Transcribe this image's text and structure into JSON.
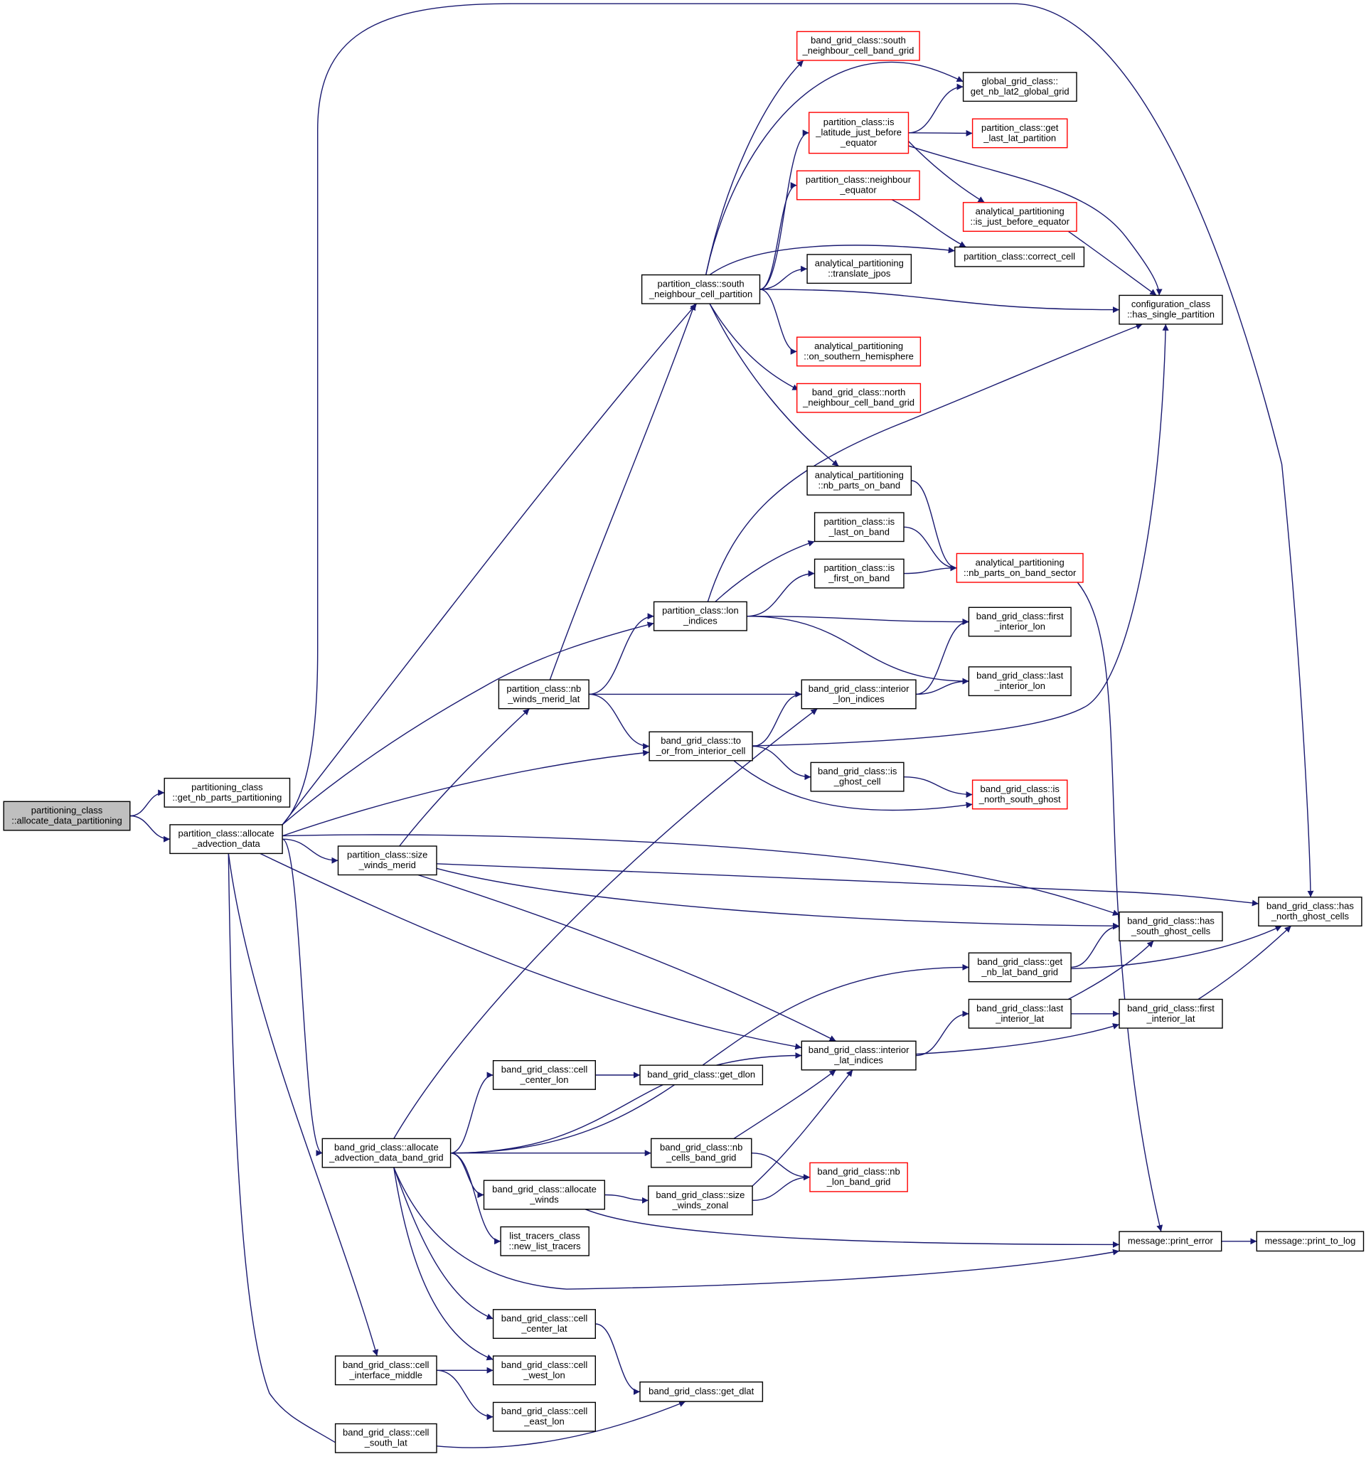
{
  "colors": {
    "edge": "#191970",
    "node_border": "#000000",
    "node_border_external": "#ff0000",
    "root_fill": "#bfbfbf",
    "background": "#ffffff"
  },
  "nodes": [
    {
      "id": "root",
      "lines": [
        "partitioning_class",
        "::allocate_data_partitioning"
      ],
      "style": "root"
    },
    {
      "id": "get_nb_parts_partitioning",
      "lines": [
        "partitioning_class",
        "::get_nb_parts_partitioning"
      ],
      "style": "normal"
    },
    {
      "id": "allocate_advection_data",
      "lines": [
        "partition_class::allocate",
        "_advection_data"
      ],
      "style": "normal"
    },
    {
      "id": "size_winds_merid",
      "lines": [
        "partition_class::size",
        "_winds_merid"
      ],
      "style": "normal"
    },
    {
      "id": "nb_winds_merid_lat",
      "lines": [
        "partition_class::nb",
        "_winds_merid_lat"
      ],
      "style": "normal"
    },
    {
      "id": "lon_indices",
      "lines": [
        "partition_class::lon",
        "_indices"
      ],
      "style": "normal"
    },
    {
      "id": "south_neighbour_cell_partition",
      "lines": [
        "partition_class::south",
        "_neighbour_cell_partition"
      ],
      "style": "normal"
    },
    {
      "id": "south_neighbour_cell_band_grid",
      "lines": [
        "band_grid_class::south",
        "_neighbour_cell_band_grid"
      ],
      "style": "red"
    },
    {
      "id": "get_nb_lat2_global_grid",
      "lines": [
        "global_grid_class::",
        "get_nb_lat2_global_grid"
      ],
      "style": "normal"
    },
    {
      "id": "is_latitude_just_before_equator",
      "lines": [
        "partition_class::is",
        "_latitude_just_before",
        "_equator"
      ],
      "style": "red"
    },
    {
      "id": "get_last_lat_partition",
      "lines": [
        "partition_class::get",
        "_last_lat_partition"
      ],
      "style": "red"
    },
    {
      "id": "neighbour_equator",
      "lines": [
        "partition_class::neighbour",
        "_equator"
      ],
      "style": "red"
    },
    {
      "id": "is_just_before_equator",
      "lines": [
        "analytical_partitioning",
        "::is_just_before_equator"
      ],
      "style": "red"
    },
    {
      "id": "correct_cell",
      "lines": [
        "partition_class::correct_cell"
      ],
      "style": "normal"
    },
    {
      "id": "translate_jpos",
      "lines": [
        "analytical_partitioning",
        "::translate_jpos"
      ],
      "style": "normal"
    },
    {
      "id": "has_single_partition",
      "lines": [
        "configuration_class",
        "::has_single_partition"
      ],
      "style": "normal"
    },
    {
      "id": "on_southern_hemisphere",
      "lines": [
        "analytical_partitioning",
        "::on_southern_hemisphere"
      ],
      "style": "red"
    },
    {
      "id": "north_neighbour_cell_band_grid",
      "lines": [
        "band_grid_class::north",
        "_neighbour_cell_band_grid"
      ],
      "style": "red"
    },
    {
      "id": "nb_parts_on_band",
      "lines": [
        "analytical_partitioning",
        "::nb_parts_on_band"
      ],
      "style": "normal"
    },
    {
      "id": "is_last_on_band",
      "lines": [
        "partition_class::is",
        "_last_on_band"
      ],
      "style": "normal"
    },
    {
      "id": "is_first_on_band",
      "lines": [
        "partition_class::is",
        "_first_on_band"
      ],
      "style": "normal"
    },
    {
      "id": "nb_parts_on_band_sector",
      "lines": [
        "analytical_partitioning",
        "::nb_parts_on_band_sector"
      ],
      "style": "red"
    },
    {
      "id": "first_interior_lon",
      "lines": [
        "band_grid_class::first",
        "_interior_lon"
      ],
      "style": "normal"
    },
    {
      "id": "last_interior_lon",
      "lines": [
        "band_grid_class::last",
        "_interior_lon"
      ],
      "style": "normal"
    },
    {
      "id": "interior_lon_indices",
      "lines": [
        "band_grid_class::interior",
        "_lon_indices"
      ],
      "style": "normal"
    },
    {
      "id": "to_or_from_interior_cell",
      "lines": [
        "band_grid_class::to",
        "_or_from_interior_cell"
      ],
      "style": "normal"
    },
    {
      "id": "is_ghost_cell",
      "lines": [
        "band_grid_class::is",
        "_ghost_cell"
      ],
      "style": "normal"
    },
    {
      "id": "is_north_south_ghost",
      "lines": [
        "band_grid_class::is",
        "_north_south_ghost"
      ],
      "style": "red"
    },
    {
      "id": "has_south_ghost_cells",
      "lines": [
        "band_grid_class::has",
        "_south_ghost_cells"
      ],
      "style": "normal"
    },
    {
      "id": "has_north_ghost_cells",
      "lines": [
        "band_grid_class::has",
        "_north_ghost_cells"
      ],
      "style": "normal"
    },
    {
      "id": "get_nb_lat_band_grid",
      "lines": [
        "band_grid_class::get",
        "_nb_lat_band_grid"
      ],
      "style": "normal"
    },
    {
      "id": "last_interior_lat",
      "lines": [
        "band_grid_class::last",
        "_interior_lat"
      ],
      "style": "normal"
    },
    {
      "id": "first_interior_lat",
      "lines": [
        "band_grid_class::first",
        "_interior_lat"
      ],
      "style": "normal"
    },
    {
      "id": "interior_lat_indices",
      "lines": [
        "band_grid_class::interior",
        "_lat_indices"
      ],
      "style": "normal"
    },
    {
      "id": "cell_center_lon",
      "lines": [
        "band_grid_class::cell",
        "_center_lon"
      ],
      "style": "normal"
    },
    {
      "id": "get_dlon",
      "lines": [
        "band_grid_class::get_dlon"
      ],
      "style": "normal"
    },
    {
      "id": "allocate_advection_data_band_grid",
      "lines": [
        "band_grid_class::allocate",
        "_advection_data_band_grid"
      ],
      "style": "normal"
    },
    {
      "id": "nb_cells_band_grid",
      "lines": [
        "band_grid_class::nb",
        "_cells_band_grid"
      ],
      "style": "normal"
    },
    {
      "id": "nb_lon_band_grid",
      "lines": [
        "band_grid_class::nb",
        "_lon_band_grid"
      ],
      "style": "red"
    },
    {
      "id": "allocate_winds",
      "lines": [
        "band_grid_class::allocate",
        "_winds"
      ],
      "style": "normal"
    },
    {
      "id": "size_winds_zonal",
      "lines": [
        "band_grid_class::size",
        "_winds_zonal"
      ],
      "style": "normal"
    },
    {
      "id": "new_list_tracers",
      "lines": [
        "list_tracers_class",
        "::new_list_tracers"
      ],
      "style": "normal"
    },
    {
      "id": "print_error",
      "lines": [
        "message::print_error"
      ],
      "style": "normal"
    },
    {
      "id": "print_to_log",
      "lines": [
        "message::print_to_log"
      ],
      "style": "normal"
    },
    {
      "id": "cell_center_lat",
      "lines": [
        "band_grid_class::cell",
        "_center_lat"
      ],
      "style": "normal"
    },
    {
      "id": "cell_interface_middle",
      "lines": [
        "band_grid_class::cell",
        "_interface_middle"
      ],
      "style": "normal"
    },
    {
      "id": "cell_west_lon",
      "lines": [
        "band_grid_class::cell",
        "_west_lon"
      ],
      "style": "normal"
    },
    {
      "id": "get_dlat",
      "lines": [
        "band_grid_class::get_dlat"
      ],
      "style": "normal"
    },
    {
      "id": "cell_east_lon",
      "lines": [
        "band_grid_class::cell",
        "_east_lon"
      ],
      "style": "normal"
    },
    {
      "id": "cell_south_lat",
      "lines": [
        "band_grid_class::cell",
        "_south_lat"
      ],
      "style": "normal"
    }
  ],
  "edges": [
    [
      "root",
      "get_nb_parts_partitioning"
    ],
    [
      "root",
      "allocate_advection_data"
    ],
    [
      "allocate_advection_data",
      "has_north_ghost_cells"
    ],
    [
      "allocate_advection_data",
      "south_neighbour_cell_partition"
    ],
    [
      "allocate_advection_data",
      "lon_indices"
    ],
    [
      "allocate_advection_data",
      "to_or_from_interior_cell"
    ],
    [
      "allocate_advection_data",
      "has_south_ghost_cells"
    ],
    [
      "allocate_advection_data",
      "size_winds_merid"
    ],
    [
      "allocate_advection_data",
      "interior_lat_indices"
    ],
    [
      "allocate_advection_data",
      "allocate_advection_data_band_grid"
    ],
    [
      "allocate_advection_data",
      "cell_interface_middle"
    ],
    [
      "allocate_advection_data",
      "cell_south_lat"
    ],
    [
      "size_winds_merid",
      "nb_winds_merid_lat"
    ],
    [
      "size_winds_merid",
      "has_north_ghost_cells"
    ],
    [
      "size_winds_merid",
      "has_south_ghost_cells"
    ],
    [
      "size_winds_merid",
      "interior_lat_indices"
    ],
    [
      "nb_winds_merid_lat",
      "south_neighbour_cell_partition"
    ],
    [
      "nb_winds_merid_lat",
      "lon_indices"
    ],
    [
      "nb_winds_merid_lat",
      "interior_lon_indices"
    ],
    [
      "nb_winds_merid_lat",
      "to_or_from_interior_cell"
    ],
    [
      "south_neighbour_cell_partition",
      "south_neighbour_cell_band_grid"
    ],
    [
      "south_neighbour_cell_partition",
      "get_nb_lat2_global_grid"
    ],
    [
      "south_neighbour_cell_partition",
      "is_latitude_just_before_equator"
    ],
    [
      "south_neighbour_cell_partition",
      "neighbour_equator"
    ],
    [
      "south_neighbour_cell_partition",
      "correct_cell"
    ],
    [
      "south_neighbour_cell_partition",
      "translate_jpos"
    ],
    [
      "south_neighbour_cell_partition",
      "has_single_partition"
    ],
    [
      "south_neighbour_cell_partition",
      "on_southern_hemisphere"
    ],
    [
      "south_neighbour_cell_partition",
      "north_neighbour_cell_band_grid"
    ],
    [
      "south_neighbour_cell_partition",
      "nb_parts_on_band"
    ],
    [
      "is_latitude_just_before_equator",
      "get_nb_lat2_global_grid"
    ],
    [
      "is_latitude_just_before_equator",
      "get_last_lat_partition"
    ],
    [
      "is_latitude_just_before_equator",
      "is_just_before_equator"
    ],
    [
      "is_latitude_just_before_equator",
      "has_single_partition"
    ],
    [
      "neighbour_equator",
      "correct_cell"
    ],
    [
      "is_just_before_equator",
      "has_single_partition"
    ],
    [
      "nb_parts_on_band",
      "nb_parts_on_band_sector"
    ],
    [
      "lon_indices",
      "has_single_partition"
    ],
    [
      "lon_indices",
      "is_last_on_band"
    ],
    [
      "lon_indices",
      "is_first_on_band"
    ],
    [
      "lon_indices",
      "first_interior_lon"
    ],
    [
      "lon_indices",
      "last_interior_lon"
    ],
    [
      "is_last_on_band",
      "nb_parts_on_band_sector"
    ],
    [
      "is_first_on_band",
      "nb_parts_on_band_sector"
    ],
    [
      "nb_parts_on_band_sector",
      "print_error"
    ],
    [
      "interior_lon_indices",
      "first_interior_lon"
    ],
    [
      "interior_lon_indices",
      "last_interior_lon"
    ],
    [
      "to_or_from_interior_cell",
      "interior_lon_indices"
    ],
    [
      "to_or_from_interior_cell",
      "has_single_partition"
    ],
    [
      "to_or_from_interior_cell",
      "is_ghost_cell"
    ],
    [
      "to_or_from_interior_cell",
      "is_north_south_ghost"
    ],
    [
      "is_ghost_cell",
      "is_north_south_ghost"
    ],
    [
      "get_nb_lat_band_grid",
      "has_south_ghost_cells"
    ],
    [
      "get_nb_lat_band_grid",
      "has_north_ghost_cells"
    ],
    [
      "last_interior_lat",
      "has_south_ghost_cells"
    ],
    [
      "last_interior_lat",
      "first_interior_lat"
    ],
    [
      "first_interior_lat",
      "has_north_ghost_cells"
    ],
    [
      "interior_lat_indices",
      "last_interior_lat"
    ],
    [
      "interior_lat_indices",
      "first_interior_lat"
    ],
    [
      "cell_center_lon",
      "get_dlon"
    ],
    [
      "allocate_advection_data_band_grid",
      "interior_lon_indices"
    ],
    [
      "allocate_advection_data_band_grid",
      "get_nb_lat_band_grid"
    ],
    [
      "allocate_advection_data_band_grid",
      "cell_center_lon"
    ],
    [
      "allocate_advection_data_band_grid",
      "interior_lat_indices"
    ],
    [
      "allocate_advection_data_band_grid",
      "nb_cells_band_grid"
    ],
    [
      "allocate_advection_data_band_grid",
      "allocate_winds"
    ],
    [
      "allocate_advection_data_band_grid",
      "new_list_tracers"
    ],
    [
      "allocate_advection_data_band_grid",
      "print_error"
    ],
    [
      "allocate_advection_data_band_grid",
      "cell_center_lat"
    ],
    [
      "allocate_advection_data_band_grid",
      "cell_west_lon"
    ],
    [
      "nb_cells_band_grid",
      "interior_lat_indices"
    ],
    [
      "nb_cells_band_grid",
      "nb_lon_band_grid"
    ],
    [
      "allocate_winds",
      "size_winds_zonal"
    ],
    [
      "allocate_winds",
      "print_error"
    ],
    [
      "size_winds_zonal",
      "interior_lat_indices"
    ],
    [
      "size_winds_zonal",
      "nb_lon_band_grid"
    ],
    [
      "print_error",
      "print_to_log"
    ],
    [
      "cell_center_lat",
      "get_dlat"
    ],
    [
      "cell_interface_middle",
      "cell_west_lon"
    ],
    [
      "cell_interface_middle",
      "cell_east_lon"
    ],
    [
      "cell_south_lat",
      "get_dlat"
    ]
  ]
}
